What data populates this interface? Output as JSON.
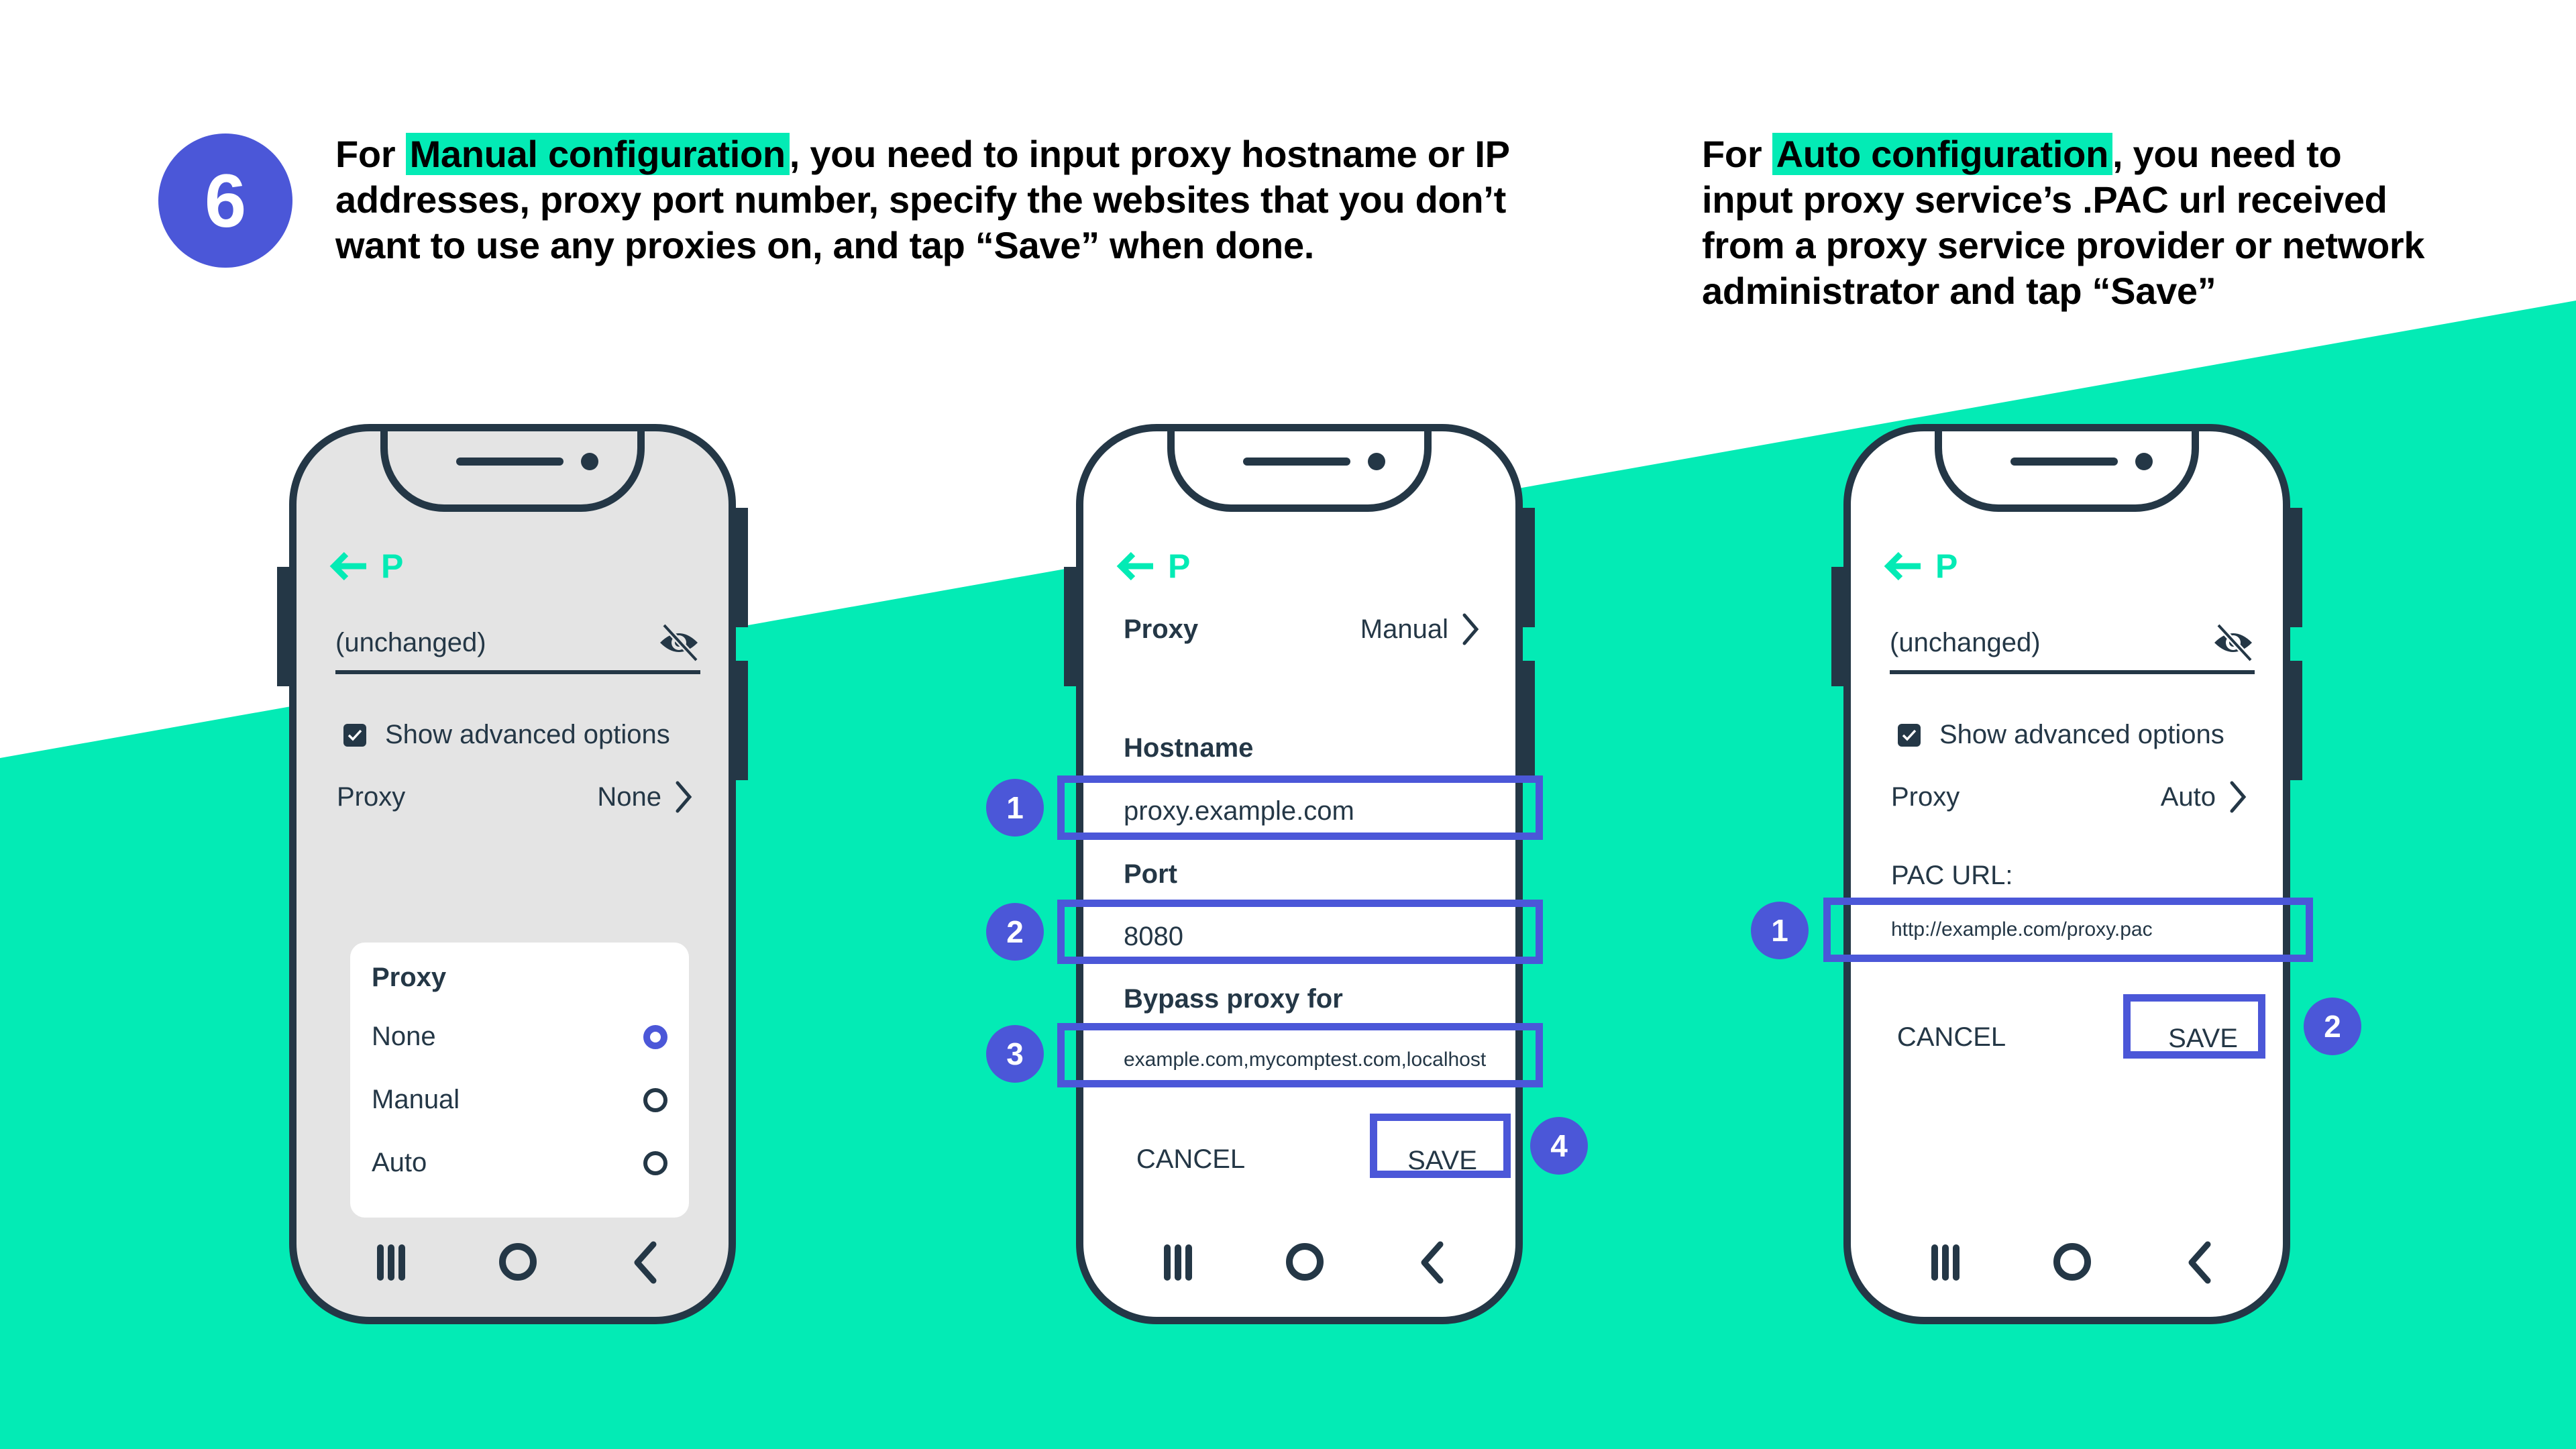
{
  "colors": {
    "accent_green": "#03ebb5",
    "highlight_blue": "#4b57d8",
    "dark": "#243746",
    "gray_screen": "#e4e4e4"
  },
  "step": {
    "number": "6"
  },
  "instructions": {
    "manual": {
      "prefix": "For ",
      "highlight": "Manual configuration",
      "text": ", you need to input proxy hostname or IP addresses, proxy port number, specify the websites that you don’t want to use any proxies on, and tap “Save” when done."
    },
    "auto": {
      "prefix": "For ",
      "highlight": "Auto configuration",
      "text": ", you need to input proxy service’s .PAC url received from a proxy service provider or network administrator and tap “Save”"
    }
  },
  "phones": {
    "selector": {
      "header_title": "P",
      "password_placeholder": "(unchanged)",
      "show_advanced_label": "Show advanced options",
      "proxy_label": "Proxy",
      "proxy_value": "None",
      "dialog": {
        "title": "Proxy",
        "options": [
          {
            "label": "None",
            "selected": true
          },
          {
            "label": "Manual",
            "selected": false
          },
          {
            "label": "Auto",
            "selected": false
          }
        ]
      }
    },
    "manual": {
      "header_title": "P",
      "proxy_label": "Proxy",
      "proxy_value": "Manual",
      "hostname_label": "Hostname",
      "hostname_value": "proxy.example.com",
      "port_label": "Port",
      "port_value": "8080",
      "bypass_label": "Bypass proxy for",
      "bypass_value": "example.com,mycomptest.com,localhost",
      "cancel_label": "CANCEL",
      "save_label": "SAVE",
      "badges": [
        "1",
        "2",
        "3",
        "4"
      ]
    },
    "auto": {
      "header_title": "P",
      "password_placeholder": "(unchanged)",
      "show_advanced_label": "Show advanced options",
      "proxy_label": "Proxy",
      "proxy_value": "Auto",
      "pac_label": "PAC URL:",
      "pac_value": "http://example.com/proxy.pac",
      "cancel_label": "CANCEL",
      "save_label": "SAVE",
      "badges": [
        "1",
        "2"
      ]
    }
  },
  "icons": {
    "back": "arrow-left-icon",
    "visibility": "eye-off-icon",
    "chevron": "chevron-right-icon",
    "checkbox": "checkbox-checked-icon",
    "nav_recent": "recent-apps-icon",
    "nav_home": "home-icon",
    "nav_back": "nav-back-icon"
  }
}
